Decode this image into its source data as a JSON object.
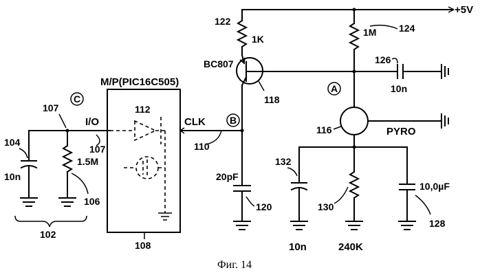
{
  "supply_label": "+5V",
  "mcu_label": "M/P(PIC16C505)",
  "mcu_ref": "108",
  "buffer_ref": "112",
  "io_label": "I/O",
  "clk_label": "CLK",
  "node_a": "A",
  "node_b": "B",
  "node_c": "C",
  "refs": {
    "r122": "122",
    "r124": "124",
    "q118": "118",
    "c126": "126",
    "pyro_ref": "116",
    "c120": "120",
    "line110": "110",
    "c132": "132",
    "r130": "130",
    "c128": "128",
    "pin107a": "107",
    "pin107b": "107",
    "c104": "104",
    "r106": "106",
    "group102": "102"
  },
  "values": {
    "r122": "1K",
    "r124": "1M",
    "transistor": "BC807",
    "c126": "10n",
    "pyro": "PYRO",
    "c120": "20pF",
    "c132": "10n",
    "r130": "240K",
    "c128": "10,0µF",
    "c104": "10n",
    "r106": "1.5M"
  },
  "caption": "Фиг. 14"
}
